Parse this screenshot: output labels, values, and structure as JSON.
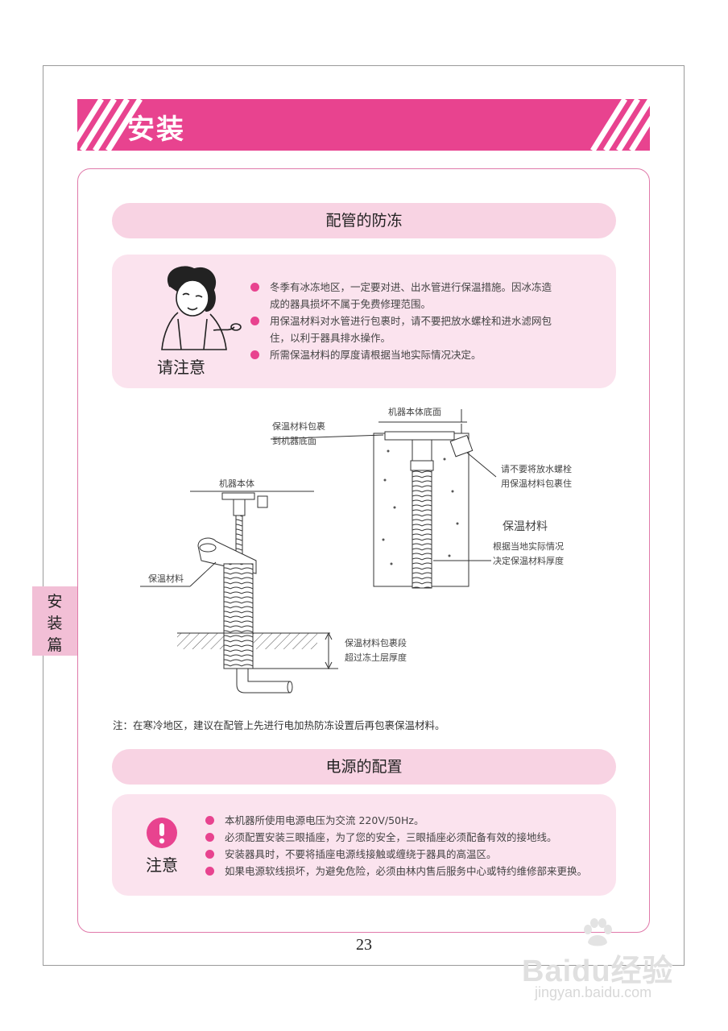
{
  "title": "安装",
  "side_tab": [
    "安",
    "装",
    "篇"
  ],
  "section1": {
    "header": "配管的防冻",
    "caution_label": "请注意",
    "bullets": [
      "冬季有冰冻地区，一定要对进、出水管进行保温措施。因冰冻造",
      "成的器具损坏不属于免费修理范围。",
      "用保温材料对水管进行包裹时，请不要把放水螺栓和进水滤网包",
      "住，以利于器具排水操作。",
      "所需保温材料的厚度请根据当地实际情况决定。"
    ]
  },
  "diagram": {
    "label_machine_bottom": "机器本体底面",
    "label_wrap_to_bottom_1": "保温材料包裹",
    "label_wrap_to_bottom_2": "到机器底面",
    "label_no_wrap_bolt_1": "请不要将放水螺栓",
    "label_no_wrap_bolt_2": "用保温材料包裹住",
    "label_insulation_big": "保温材料",
    "label_thickness_1": "根据当地实际情况",
    "label_thickness_2": "决定保温材料厚度",
    "label_machine_body": "机器本体",
    "label_insulation": "保温材料",
    "label_wrap_section_1": "保温材料包裹段",
    "label_wrap_section_2": "超过冻土层厚度"
  },
  "footnote": "注：在寒冷地区，建议在配管上先进行电加热防冻设置后再包裹保温材料。",
  "section2": {
    "header": "电源的配置",
    "caution_label": "注意",
    "bullets": [
      "本机器所使用电源电压为交流 220V/50Hz。",
      "必须配置安装三眼插座，为了您的安全，三眼插座必须配备有效的接地线。",
      "安装器具时，不要将插座电源线接触或缠绕于器具的高温区。",
      "如果电源软线损坏，为避免危险，必须由林内售后服务中心或特约维修部来更换。"
    ]
  },
  "page_number": "23",
  "watermark": {
    "brand": "Baidu经验",
    "url": "jingyan.baidu.com"
  },
  "colors": {
    "accent": "#e8438f",
    "light_pink": "#f8d3e3",
    "note_bg": "#fbe3ee"
  }
}
